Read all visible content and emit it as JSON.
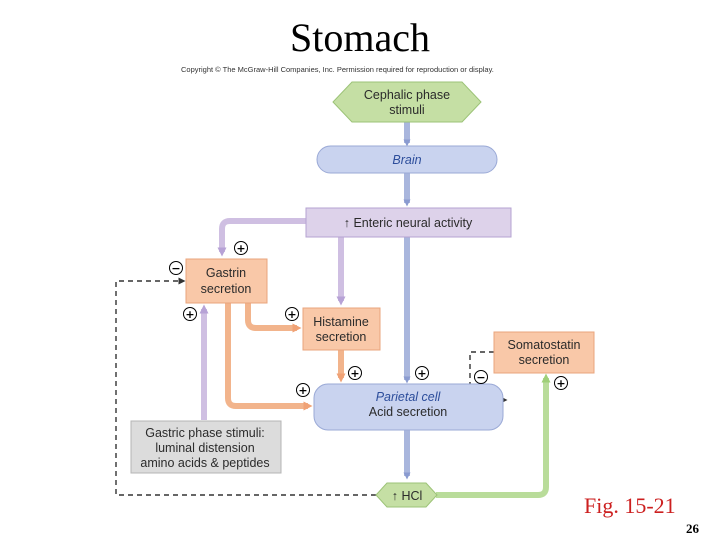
{
  "slide": {
    "title": "Stomach",
    "copyright": "Copyright © The McGraw-Hill Companies, Inc. Permission required for reproduction or display.",
    "figure_label": "Fig. 15-21",
    "page_number": "26"
  },
  "diagram": {
    "cephalic": {
      "line1": "Cephalic phase",
      "line2": "stimuli"
    },
    "brain": {
      "label": "Brain"
    },
    "enteric": {
      "label": "↑ Enteric neural activity"
    },
    "gastrin": {
      "line1": "Gastrin",
      "line2": "secretion"
    },
    "histamine": {
      "line1": "Histamine",
      "line2": "secretion"
    },
    "somatostatin": {
      "line1": "Somatostatin",
      "line2": "secretion"
    },
    "parietal": {
      "line1": "Parietal cell",
      "line2": "Acid secretion"
    },
    "gastric_phase": {
      "line1": "Gastric phase stimuli:",
      "line2": "luminal distension",
      "line3": "amino acids & peptides"
    },
    "hcl": {
      "label": "↑ HCl"
    },
    "symbols": {
      "plus": "+",
      "minus": "−"
    }
  },
  "colors": {
    "cephalic_fill": "#c5dfa4",
    "blue_fill": "#c9d3ef",
    "lavender_fill": "#ddd2ea",
    "orange_fill": "#f9c8a8",
    "gray_fill": "#dcdcdc",
    "green_line": "#b9dc9a",
    "purple_line": "#cfbfe2",
    "orange_line": "#f2b48c",
    "blue_line": "#a9b6dd",
    "title_text": "#000000",
    "fig_label_text": "#cc1f1f"
  }
}
